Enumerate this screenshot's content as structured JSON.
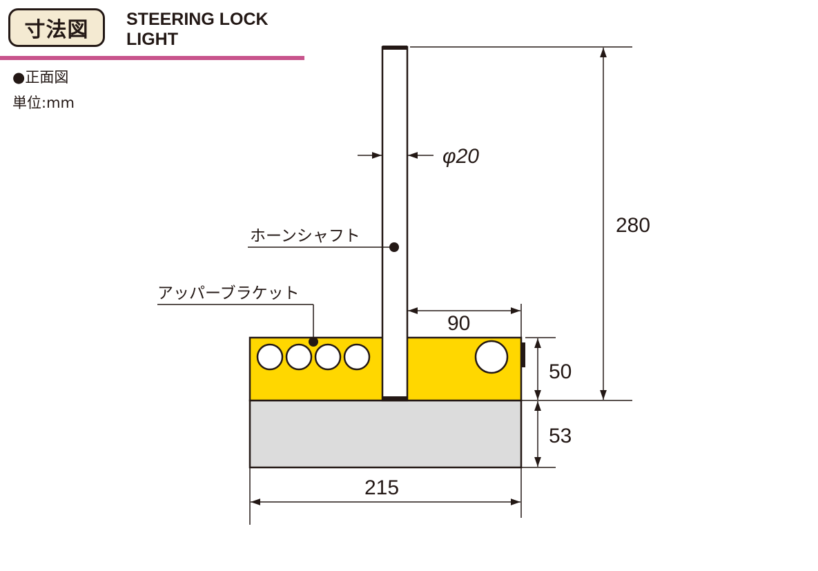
{
  "header": {
    "badge_text": "寸法図",
    "product_line1": "STEERING LOCK",
    "product_line2": "LIGHT",
    "accent_color": "#c8548c"
  },
  "view": {
    "view_label": "●正面図",
    "unit_label": "単位:mm"
  },
  "dimensions": {
    "shaft_diameter": "φ20",
    "total_height": "280",
    "offset": "90",
    "bracket_height": "50",
    "base_height": "53",
    "width": "215"
  },
  "callouts": {
    "horn_shaft": "ホーンシャフト",
    "upper_bracket": "アッパーブラケット"
  },
  "colors": {
    "bracket": "#ffd700",
    "base": "#dcdcdc",
    "line": "#231815"
  }
}
